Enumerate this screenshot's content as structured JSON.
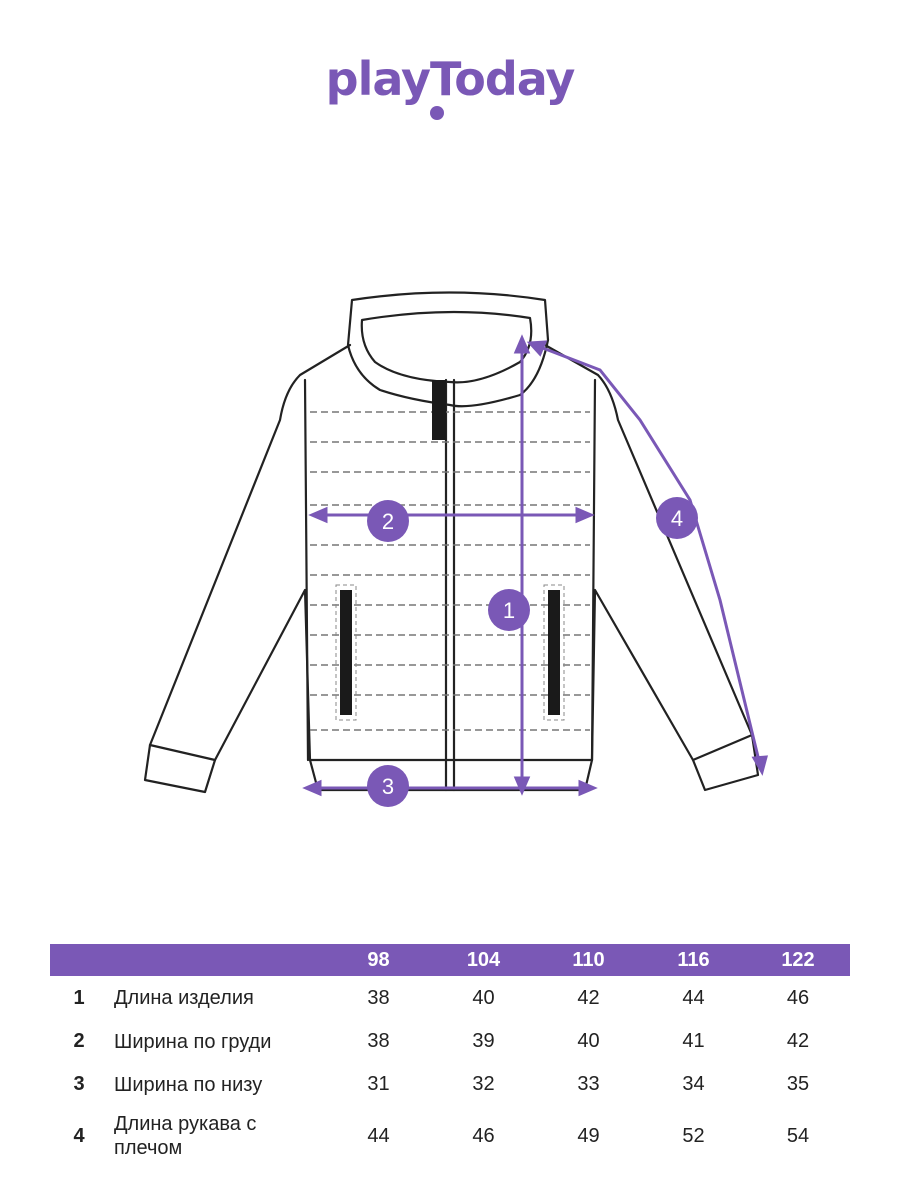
{
  "brand": {
    "logo_text": "playToday",
    "accent_color": "#7a58b6"
  },
  "diagram": {
    "markers": [
      {
        "number": "1",
        "meaning": "length"
      },
      {
        "number": "2",
        "meaning": "chest"
      },
      {
        "number": "3",
        "meaning": "hem"
      },
      {
        "number": "4",
        "meaning": "sleeve"
      }
    ]
  },
  "size_table": {
    "sizes": [
      "98",
      "104",
      "110",
      "116",
      "122"
    ],
    "rows": [
      {
        "num": "1",
        "label": "Длина изделия",
        "values": [
          "38",
          "40",
          "42",
          "44",
          "46"
        ]
      },
      {
        "num": "2",
        "label": "Ширина по груди",
        "values": [
          "38",
          "39",
          "40",
          "41",
          "42"
        ]
      },
      {
        "num": "3",
        "label": "Ширина по низу",
        "values": [
          "31",
          "32",
          "33",
          "34",
          "35"
        ]
      },
      {
        "num": "4",
        "label": "Длина рукава с плечом",
        "values": [
          "44",
          "46",
          "49",
          "52",
          "54"
        ]
      }
    ]
  }
}
